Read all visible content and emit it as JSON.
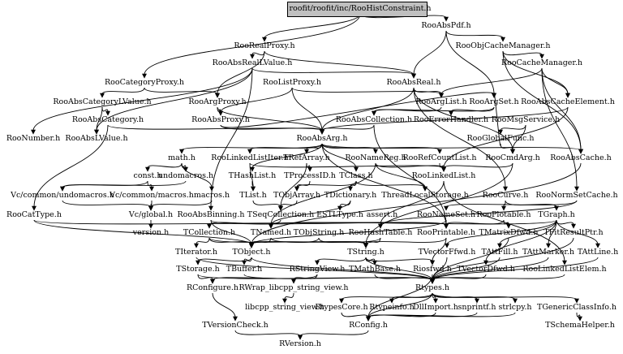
{
  "diagram": {
    "type": "include-dependency-graph",
    "root": "roofit/roofit/inc/RooHistConstraint.h",
    "nodes": {
      "root": "roofit/roofit/inc/RooHistConstraint.h",
      "RooAbsPdf": "RooAbsPdf.h",
      "RooRealProxy": "RooRealProxy.h",
      "RooObjCacheManager": "RooObjCacheManager.h",
      "RooAbsRealLValue": "RooAbsRealLValue.h",
      "RooCacheManager": "RooCacheManager.h",
      "RooCategoryProxy": "RooCategoryProxy.h",
      "RooListProxy": "RooListProxy.h",
      "RooAbsReal": "RooAbsReal.h",
      "RooAbsCategoryLValue": "RooAbsCategoryLValue.h",
      "RooArgProxy": "RooArgProxy.h",
      "RooArgList": "RooArgList.h",
      "RooArgSet": "RooArgSet.h",
      "RooAbsCacheElement": "RooAbsCacheElement.h",
      "RooAbsCategory": "RooAbsCategory.h",
      "RooAbsProxy": "RooAbsProxy.h",
      "RooAbsCollection": "RooAbsCollection.h",
      "RooErrorHandler": "RooErrorHandler.h",
      "RooMsgService": "RooMsgService.h",
      "RooNumber": "RooNumber.h",
      "RooAbsLValue": "RooAbsLValue.h",
      "RooAbsArg": "RooAbsArg.h",
      "RooGlobalFunc": "RooGlobalFunc.h",
      "math": "math.h",
      "RooLinkedListIter": "RooLinkedListIter.h",
      "TRefArray": "TRefArray.h",
      "RooNameReg": "RooNameReg.h",
      "RooRefCountList": "RooRefCountList.h",
      "RooCmdArg": "RooCmdArg.h",
      "RooAbsCache": "RooAbsCache.h",
      "const": "const.h",
      "undomacros": "undomacros.h",
      "THashList": "THashList.h",
      "TProcessID": "TProcessID.h",
      "TClass": "TClass.h",
      "RooLinkedList": "RooLinkedList.h",
      "VcUndomacros": "Vc/common/undomacros.h",
      "VcMacros": "Vc/common/macros.h",
      "macros": "macros.h",
      "TList": "TList.h",
      "TObjArray": "TObjArray.h",
      "TDictionary": "TDictionary.h",
      "ThreadLocalStorage": "ThreadLocalStorage.h",
      "RooCurve": "RooCurve.h",
      "RooNormSetCache": "RooNormSetCache.h",
      "RooCatType": "RooCatType.h",
      "VcGlobal": "Vc/global.h",
      "RooAbsBinning": "RooAbsBinning.h",
      "TSeqCollection": "TSeqCollection.h",
      "ESTLType": "ESTLType.h",
      "assert": "assert.h",
      "RooNameSet": "RooNameSet.h",
      "RooPlotable": "RooPlotable.h",
      "TGraph": "TGraph.h",
      "version": "version.h",
      "TCollection": "TCollection.h",
      "TNamed": "TNamed.h",
      "TObjString": "TObjString.h",
      "RooHashTable": "RooHashTable.h",
      "RooPrintable": "RooPrintable.h",
      "TMatrixDfwd": "TMatrixDfwd.h",
      "TFitResultPtr": "TFitResultPtr.h",
      "TIterator": "TIterator.h",
      "TObject": "TObject.h",
      "TString": "TString.h",
      "TVectorFfwd": "TVectorFfwd.h",
      "TAttFill": "TAttFill.h",
      "TAttMarker": "TAttMarker.h",
      "TAttLine": "TAttLine.h",
      "TStorage": "TStorage.h",
      "TBuffer": "TBuffer.h",
      "RStringView": "RStringView.h",
      "TMathBase": "TMathBase.h",
      "Riosfwd": "Riosfwd.h",
      "TVectorDfwd": "TVectorDfwd.h",
      "RooLinkedListElem": "RooLinkedListElem.h",
      "RConfigure": "RConfigure.h",
      "RWrap": "RWrap_libcpp_string_view.h",
      "Rtypes": "Rtypes.h",
      "libcpp": "libcpp_string_view.h",
      "RtypesCore": "RtypesCore.h",
      "Rtypeinfo": "Rtypeinfo.h",
      "DllImport": "DllImport.h",
      "snprintf": "snprintf.h",
      "strlcpy": "strlcpy.h",
      "TGenericClassInfo": "TGenericClassInfo.h",
      "TVersionCheck": "TVersionCheck.h",
      "RConfig": "RConfig.h",
      "TSchemaHelper": "TSchemaHelper.h",
      "RVersion": "RVersion.h"
    },
    "edges": [
      [
        "root",
        "RooAbsPdf"
      ],
      [
        "root",
        "RooRealProxy"
      ],
      [
        "root",
        "RooCategoryProxy"
      ],
      [
        "RooAbsPdf",
        "RooObjCacheManager"
      ],
      [
        "RooAbsPdf",
        "RooAbsReal"
      ],
      [
        "RooAbsPdf",
        "RooArgSet"
      ],
      [
        "RooRealProxy",
        "RooAbsRealLValue"
      ],
      [
        "RooRealProxy",
        "RooArgProxy"
      ],
      [
        "RooRealProxy",
        "RooAbsReal"
      ],
      [
        "RooObjCacheManager",
        "RooCacheManager"
      ],
      [
        "RooObjCacheManager",
        "RooAbsCacheElement"
      ],
      [
        "RooObjCacheManager",
        "RooAbsCache"
      ],
      [
        "RooAbsRealLValue",
        "RooAbsReal"
      ],
      [
        "RooAbsRealLValue",
        "RooAbsLValue"
      ],
      [
        "RooAbsRealLValue",
        "RooAbsBinning"
      ],
      [
        "RooAbsRealLValue",
        "RooNumber"
      ],
      [
        "RooCacheManager",
        "RooArgList"
      ],
      [
        "RooCacheManager",
        "RooAbsCache"
      ],
      [
        "RooCacheManager",
        "RooNormSetCache"
      ],
      [
        "RooCacheManager",
        "RooAbsCacheElement"
      ],
      [
        "RooCategoryProxy",
        "RooAbsCategoryLValue"
      ],
      [
        "RooCategoryProxy",
        "RooArgProxy"
      ],
      [
        "RooListProxy",
        "RooArgList"
      ],
      [
        "RooListProxy",
        "RooAbsProxy"
      ],
      [
        "RooListProxy",
        "RooAbsArg"
      ],
      [
        "RooAbsReal",
        "RooAbsArg"
      ],
      [
        "RooAbsReal",
        "RooCmdArg"
      ],
      [
        "RooAbsReal",
        "RooCurve"
      ],
      [
        "RooAbsReal",
        "RooArgList"
      ],
      [
        "RooAbsCategoryLValue",
        "RooAbsCategory"
      ],
      [
        "RooAbsCategoryLValue",
        "RooAbsLValue"
      ],
      [
        "RooArgProxy",
        "RooAbsProxy"
      ],
      [
        "RooArgProxy",
        "RooAbsArg"
      ],
      [
        "RooArgList",
        "RooAbsCollection"
      ],
      [
        "RooArgSet",
        "RooAbsCollection"
      ],
      [
        "RooArgSet",
        "RooErrorHandler"
      ],
      [
        "RooAbsCacheElement",
        "RooAbsArg"
      ],
      [
        "RooAbsCacheElement",
        "RooLinkedList"
      ],
      [
        "RooAbsCategory",
        "RooAbsArg"
      ],
      [
        "RooAbsCategory",
        "RooCatType"
      ],
      [
        "RooAbsProxy",
        "RooAbsArg"
      ],
      [
        "RooAbsProxy",
        "RooArgSet"
      ],
      [
        "RooAbsCollection",
        "RooAbsArg"
      ],
      [
        "RooAbsCollection",
        "RooPrintable"
      ],
      [
        "RooMsgService",
        "RooGlobalFunc"
      ],
      [
        "RooMsgService",
        "RooCmdArg"
      ],
      [
        "RooAbsArg",
        "RooPrintable"
      ],
      [
        "RooAbsArg",
        "RooRefCountList"
      ],
      [
        "RooAbsArg",
        "RooLinkedListIter"
      ],
      [
        "RooAbsArg",
        "TRefArray"
      ],
      [
        "RooAbsArg",
        "RooNameReg"
      ],
      [
        "RooAbsArg",
        "RooAbsCache"
      ],
      [
        "RooAbsArg",
        "THashList"
      ],
      [
        "RooAbsArg",
        "TClass"
      ],
      [
        "RooAbsArg",
        "math"
      ],
      [
        "RooGlobalFunc",
        "RooCmdArg"
      ],
      [
        "RooGlobalFunc",
        "RooArgSet"
      ],
      [
        "math",
        "const"
      ],
      [
        "math",
        "undomacros"
      ],
      [
        "math",
        "macros"
      ],
      [
        "RooLinkedListIter",
        "TList"
      ],
      [
        "RooLinkedListIter",
        "RooLinkedList"
      ],
      [
        "TRefArray",
        "TProcessID"
      ],
      [
        "TRefArray",
        "TSeqCollection"
      ],
      [
        "RooNameReg",
        "TNamed"
      ],
      [
        "RooNameReg",
        "ThreadLocalStorage"
      ],
      [
        "RooNameReg",
        "RooLinkedList"
      ],
      [
        "RooRefCountList",
        "RooLinkedList"
      ],
      [
        "RooCmdArg",
        "RooLinkedList"
      ],
      [
        "RooCmdArg",
        "TString"
      ],
      [
        "RooAbsCache",
        "TObject"
      ],
      [
        "const",
        "VcUndomacros"
      ],
      [
        "const",
        "VcMacros"
      ],
      [
        "undomacros",
        "VcUndomacros"
      ],
      [
        "THashList",
        "TList"
      ],
      [
        "TProcessID",
        "TObjArray"
      ],
      [
        "TClass",
        "TDictionary"
      ],
      [
        "TClass",
        "TObjArray"
      ],
      [
        "TClass",
        "ThreadLocalStorage"
      ],
      [
        "RooLinkedList",
        "RooHashTable"
      ],
      [
        "RooLinkedList",
        "RooLinkedListElem"
      ],
      [
        "VcMacros",
        "VcGlobal"
      ],
      [
        "VcUndomacros",
        "VcGlobal"
      ],
      [
        "macros",
        "VcGlobal"
      ],
      [
        "TList",
        "TSeqCollection"
      ],
      [
        "TObjArray",
        "TSeqCollection"
      ],
      [
        "TDictionary",
        "ESTLType"
      ],
      [
        "TDictionary",
        "TNamed"
      ],
      [
        "RooCurve",
        "TGraph"
      ],
      [
        "RooCurve",
        "RooPlotable"
      ],
      [
        "RooNormSetCache",
        "RooNameSet"
      ],
      [
        "RooNormSetCache",
        "RooHashTable"
      ],
      [
        "RooCatType",
        "TObject"
      ],
      [
        "RooCatType",
        "RooPrintable"
      ],
      [
        "VcGlobal",
        "version"
      ],
      [
        "RooAbsBinning",
        "TObject"
      ],
      [
        "RooAbsBinning",
        "RooPrintable"
      ],
      [
        "TSeqCollection",
        "TCollection"
      ],
      [
        "RooNameSet",
        "TObject"
      ],
      [
        "RooNameSet",
        "RooPrintable"
      ],
      [
        "RooPlotable",
        "RooPrintable"
      ],
      [
        "RooPlotable",
        "TMatrixDfwd"
      ],
      [
        "TGraph",
        "TNamed"
      ],
      [
        "TGraph",
        "TAttLine"
      ],
      [
        "TGraph",
        "TAttFill"
      ],
      [
        "TGraph",
        "TAttMarker"
      ],
      [
        "TGraph",
        "TVectorFfwd"
      ],
      [
        "TGraph",
        "TVectorDfwd"
      ],
      [
        "TGraph",
        "TFitResultPtr"
      ],
      [
        "TCollection",
        "TIterator"
      ],
      [
        "TCollection",
        "TObject"
      ],
      [
        "TCollection",
        "TString"
      ],
      [
        "TNamed",
        "TString"
      ],
      [
        "TNamed",
        "TObject"
      ],
      [
        "TObjString",
        "TString"
      ],
      [
        "TObjString",
        "TObject"
      ],
      [
        "RooHashTable",
        "TObject"
      ],
      [
        "RooHashTable",
        "TString"
      ],
      [
        "RooPrintable",
        "TString"
      ],
      [
        "RooPrintable",
        "Riosfwd"
      ],
      [
        "TMatrixDfwd",
        "Rtypes"
      ],
      [
        "TFitResultPtr",
        "Rtypes"
      ],
      [
        "TIterator",
        "Rtypes"
      ],
      [
        "TObject",
        "TStorage"
      ],
      [
        "TObject",
        "TBuffer"
      ],
      [
        "TObject",
        "Rtypes"
      ],
      [
        "TString",
        "TMathBase"
      ],
      [
        "TString",
        "RStringView"
      ],
      [
        "TString",
        "Rtypes"
      ],
      [
        "TString",
        "Riosfwd"
      ],
      [
        "TVectorFfwd",
        "Rtypes"
      ],
      [
        "TAttFill",
        "Rtypes"
      ],
      [
        "TAttMarker",
        "Rtypes"
      ],
      [
        "TAttLine",
        "Rtypes"
      ],
      [
        "TStorage",
        "RConfigure"
      ],
      [
        "TStorage",
        "Rtypes"
      ],
      [
        "TBuffer",
        "Rtypes"
      ],
      [
        "RStringView",
        "RConfigure"
      ],
      [
        "RStringView",
        "RWrap"
      ],
      [
        "TMathBase",
        "Rtypes"
      ],
      [
        "Riosfwd",
        "RConfig"
      ],
      [
        "TVectorDfwd",
        "Rtypes"
      ],
      [
        "RooLinkedListElem",
        "Rtypes"
      ],
      [
        "RWrap",
        "libcpp"
      ],
      [
        "Rtypes",
        "RtypesCore"
      ],
      [
        "Rtypes",
        "Rtypeinfo"
      ],
      [
        "Rtypes",
        "DllImport"
      ],
      [
        "Rtypes",
        "snprintf"
      ],
      [
        "Rtypes",
        "strlcpy"
      ],
      [
        "Rtypes",
        "TGenericClassInfo"
      ],
      [
        "Rtypes",
        "RConfig"
      ],
      [
        "TGenericClassInfo",
        "TSchemaHelper"
      ],
      [
        "RConfigure",
        "TVersionCheck"
      ],
      [
        "TVersionCheck",
        "RVersion"
      ],
      [
        "RtypesCore",
        "RConfig"
      ],
      [
        "DllImport",
        "RConfig"
      ],
      [
        "snprintf",
        "RConfig"
      ],
      [
        "strlcpy",
        "RConfig"
      ],
      [
        "RConfig",
        "RVersion"
      ]
    ]
  }
}
